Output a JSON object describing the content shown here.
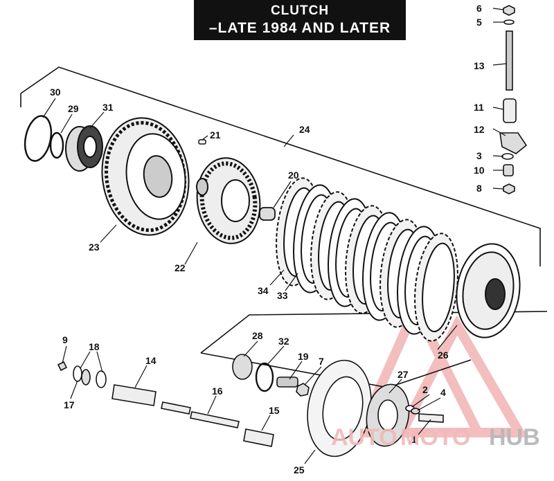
{
  "title": {
    "line1": "CLUTCH",
    "line2": "–LATE 1984 AND LATER"
  },
  "parts": [
    {
      "id": "p1",
      "number": "1"
    },
    {
      "id": "p2",
      "number": "2"
    },
    {
      "id": "p3",
      "number": "3"
    },
    {
      "id": "p4",
      "number": "4"
    },
    {
      "id": "p5",
      "number": "5"
    },
    {
      "id": "p6",
      "number": "6"
    },
    {
      "id": "p7",
      "number": "7"
    },
    {
      "id": "p8",
      "number": "8"
    },
    {
      "id": "p9",
      "number": "9"
    },
    {
      "id": "p10",
      "number": "10"
    },
    {
      "id": "p11",
      "number": "11"
    },
    {
      "id": "p12",
      "number": "12"
    },
    {
      "id": "p13",
      "number": "13"
    },
    {
      "id": "p14",
      "number": "14"
    },
    {
      "id": "p15",
      "number": "15"
    },
    {
      "id": "p16",
      "number": "16"
    },
    {
      "id": "p17",
      "number": "17"
    },
    {
      "id": "p18",
      "number": "18"
    },
    {
      "id": "p19",
      "number": "19"
    },
    {
      "id": "p20",
      "number": "20"
    },
    {
      "id": "p21",
      "number": "21"
    },
    {
      "id": "p22",
      "number": "22"
    },
    {
      "id": "p23",
      "number": "23"
    },
    {
      "id": "p24",
      "number": "24"
    },
    {
      "id": "p25",
      "number": "25"
    },
    {
      "id": "p26",
      "number": "26"
    },
    {
      "id": "p27",
      "number": "27"
    },
    {
      "id": "p28",
      "number": "28"
    },
    {
      "id": "p29",
      "number": "29"
    },
    {
      "id": "p30",
      "number": "30"
    },
    {
      "id": "p31",
      "number": "31"
    },
    {
      "id": "p32",
      "number": "32"
    },
    {
      "id": "p33",
      "number": "33"
    },
    {
      "id": "p34",
      "number": "34"
    }
  ],
  "watermark": {
    "part1": "AUTO",
    "part2": "MOTO",
    "part3": "HUB",
    "color_light": "#f4b9b9",
    "color_dark": "#b8b8b8"
  },
  "colors": {
    "ink": "#111111",
    "background": "#ffffff"
  }
}
